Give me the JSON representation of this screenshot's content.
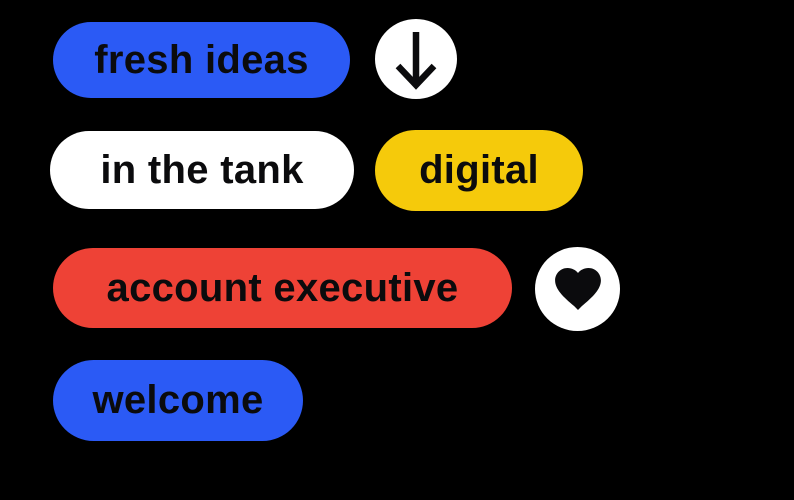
{
  "page": {
    "background": "#000000"
  },
  "colors": {
    "blue": "#2B5AF5",
    "yellow": "#F5CA0B",
    "red": "#EE4236",
    "white": "#FFFFFF",
    "label": "#0B0B0D",
    "icon": "#0B0B0D"
  },
  "tags": [
    {
      "label": "fresh ideas",
      "color": "blue"
    },
    {
      "label": "in the tank",
      "color": "white"
    },
    {
      "label": "digital",
      "color": "yellow"
    },
    {
      "label": "account executive",
      "color": "red"
    },
    {
      "label": "welcome",
      "color": "blue"
    }
  ],
  "buttons": [
    {
      "name": "scroll-down",
      "icon": "down-arrow-icon"
    },
    {
      "name": "favorite",
      "icon": "heart-icon"
    }
  ]
}
